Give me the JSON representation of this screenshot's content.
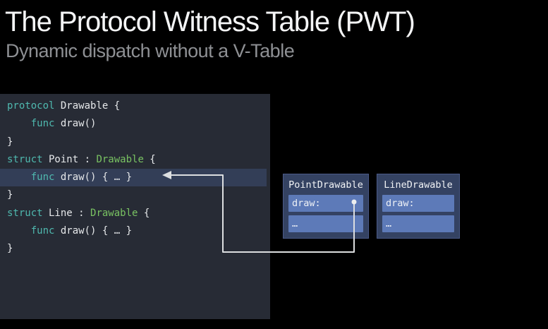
{
  "header": {
    "title": "The Protocol Witness Table (PWT)",
    "subtitle": "Dynamic dispatch without a V-Table"
  },
  "code": {
    "lines": [
      {
        "highlighted": false,
        "tokens": [
          {
            "text": "protocol",
            "style": "keyword"
          },
          {
            "text": " Drawable {",
            "style": "plain"
          }
        ]
      },
      {
        "highlighted": false,
        "tokens": [
          {
            "text": "    ",
            "style": "plain"
          },
          {
            "text": "func",
            "style": "keyword"
          },
          {
            "text": " draw()",
            "style": "plain"
          }
        ]
      },
      {
        "highlighted": false,
        "tokens": [
          {
            "text": "}",
            "style": "plain"
          }
        ]
      },
      {
        "highlighted": false,
        "tokens": [
          {
            "text": "struct",
            "style": "keyword"
          },
          {
            "text": " Point : ",
            "style": "plain"
          },
          {
            "text": "Drawable",
            "style": "type"
          },
          {
            "text": " {",
            "style": "plain"
          }
        ]
      },
      {
        "highlighted": true,
        "tokens": [
          {
            "text": "    ",
            "style": "plain"
          },
          {
            "text": "func",
            "style": "keyword"
          },
          {
            "text": " draw() { … }",
            "style": "plain"
          }
        ]
      },
      {
        "highlighted": false,
        "tokens": [
          {
            "text": "}",
            "style": "plain"
          }
        ]
      },
      {
        "highlighted": false,
        "tokens": [
          {
            "text": "struct",
            "style": "keyword"
          },
          {
            "text": " Line : ",
            "style": "plain"
          },
          {
            "text": "Drawable",
            "style": "type"
          },
          {
            "text": " {",
            "style": "plain"
          }
        ]
      },
      {
        "highlighted": false,
        "tokens": [
          {
            "text": "    ",
            "style": "plain"
          },
          {
            "text": "func",
            "style": "keyword"
          },
          {
            "text": " draw() { … }",
            "style": "plain"
          }
        ]
      },
      {
        "highlighted": false,
        "tokens": [
          {
            "text": "}",
            "style": "plain"
          }
        ]
      }
    ]
  },
  "witness_tables": [
    {
      "title": "PointDrawable",
      "rows": [
        "draw:",
        "…"
      ]
    },
    {
      "title": "LineDrawable",
      "rows": [
        "draw:",
        "…"
      ]
    }
  ],
  "annotation": {
    "meaning": "pointer from PointDrawable draw: entry to Point's func draw() implementation"
  },
  "colors": {
    "background": "#000000",
    "title_text": "#f4f5f6",
    "subtitle_text": "#8e9094",
    "code_background": "#272b35",
    "code_highlight_row": "#333e57",
    "code_keyword": "#4fb9af",
    "code_type": "#79c262",
    "code_plain": "#e6e8ea",
    "table_box": "#344262",
    "table_border": "#4a5a88",
    "table_row": "#5d7ab8",
    "arrow": "#dcdee0"
  }
}
